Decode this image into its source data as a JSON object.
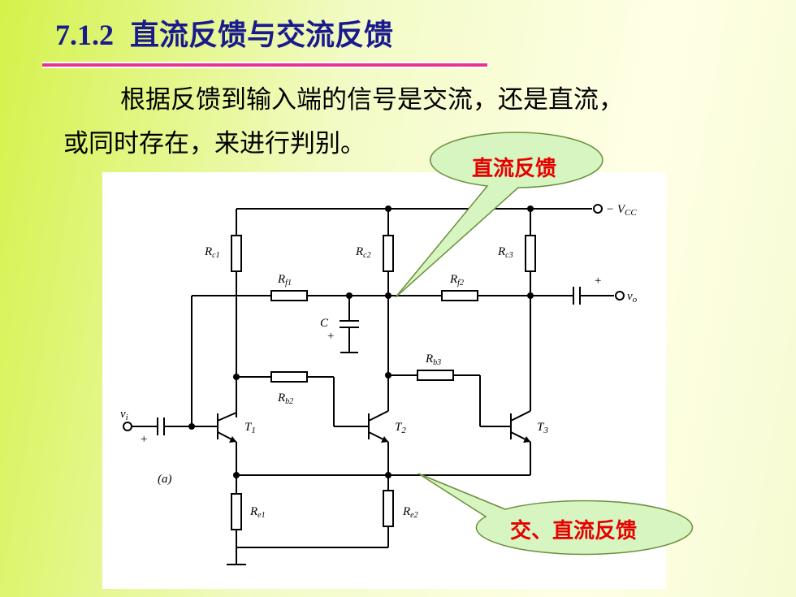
{
  "title": {
    "number": "7.1.2",
    "text": "直流反馈与交流反馈"
  },
  "paragraph": {
    "line1": "根据反馈到输入端的信号是交流，还是直流，",
    "line2": "或同时存在，来进行判别。"
  },
  "callouts": {
    "dc": "直流反馈",
    "acdc": "交、直流反馈"
  },
  "circuit": {
    "vcc": "− V",
    "vcc_sub": "CC",
    "vo": "v",
    "vo_sub": "o",
    "vi": "v",
    "vi_sub": "i",
    "plus": "+",
    "panel_label": "(a)",
    "rc1": "R",
    "rc1_sub": "c1",
    "rc2": "R",
    "rc2_sub": "c2",
    "rc3": "R",
    "rc3_sub": "c3",
    "rf1": "R",
    "rf1_sub": "f1",
    "rf2": "R",
    "rf2_sub": "f2",
    "rb2": "R",
    "rb2_sub": "b2",
    "rb3": "R",
    "rb3_sub": "b3",
    "re1": "R",
    "re1_sub": "e1",
    "re2": "R",
    "re2_sub": "e2",
    "cap": "C",
    "t1": "T",
    "t1_sub": "1",
    "t2": "T",
    "t2_sub": "2",
    "t3": "T",
    "t3_sub": "3"
  },
  "colors": {
    "title": "#1a1a8c",
    "callout_text": "#e60000",
    "callout_fill": "#d7f5c0",
    "rule": "#e8338f"
  }
}
